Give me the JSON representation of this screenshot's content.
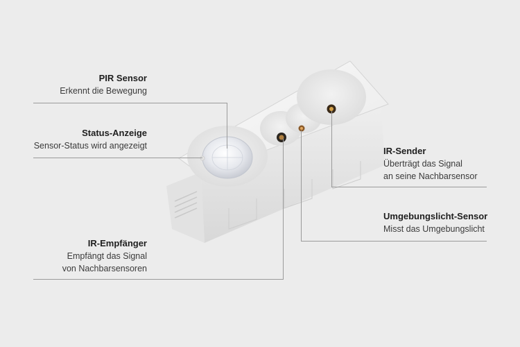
{
  "callouts": [
    {
      "title": "PIR Sensor",
      "lines": [
        "Erkennt die Bewegung"
      ]
    },
    {
      "title": "Status-Anzeige",
      "lines": [
        "Sensor-Status wird angezeigt"
      ]
    },
    {
      "title": "IR-Empfänger",
      "lines": [
        "Empfängt das Signal",
        "von Nachbarsensoren"
      ]
    },
    {
      "title": "IR-Sender",
      "lines": [
        "Überträgt das Signal",
        "an seine Nachbarsensor"
      ]
    },
    {
      "title": "Umgebungslicht-Sensor",
      "lines": [
        "Misst das Umgebungslicht"
      ]
    }
  ],
  "colors": {
    "background": "#ececec",
    "device_body": "#f7f7f7",
    "leader_line": "#9a9a9a"
  },
  "icons": [
    "pir-lens-icon",
    "status-led-icon",
    "ir-receiver-icon",
    "ir-emitter-icon",
    "ambient-light-sensor-icon"
  ]
}
